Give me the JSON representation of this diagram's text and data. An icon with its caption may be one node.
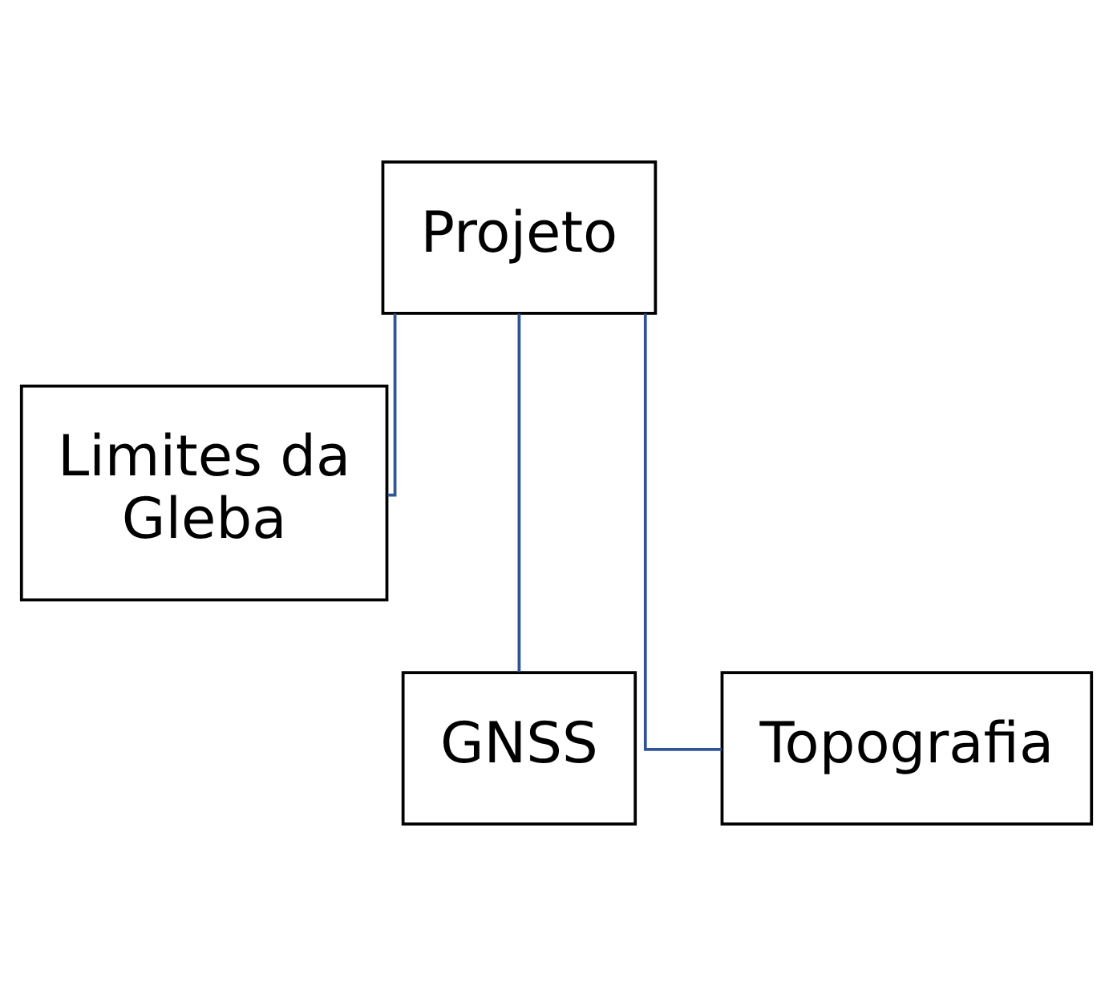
{
  "diagram": {
    "nodes": [
      {
        "text": [
          "Projeto"
        ]
      },
      {
        "text": [
          "Limites da Gleba"
        ]
      },
      {
        "text": [
          "GNSS"
        ]
      },
      {
        "text": [
          "Topografia"
        ]
      }
    ],
    "edges": [
      {
        "from": 0,
        "to": 1,
        "arrow": "none"
      },
      {
        "from": 0,
        "to": 2,
        "arrow": "none"
      },
      {
        "from": 0,
        "to": 3,
        "arrow": "none"
      }
    ]
  }
}
